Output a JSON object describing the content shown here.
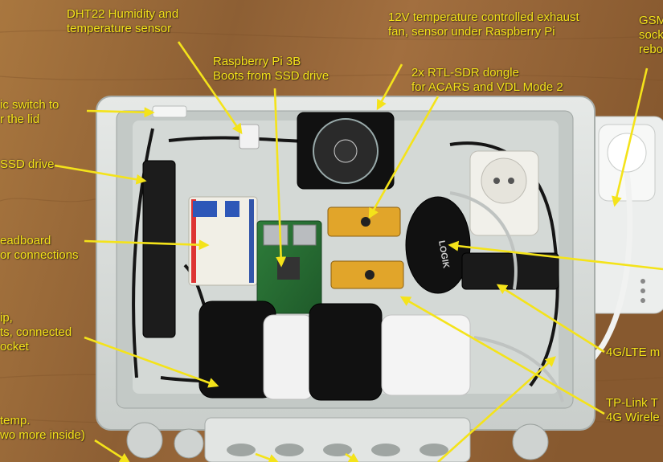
{
  "annotations": {
    "dht22": {
      "lines": [
        "DHT22 Humidity and",
        "temperature sensor"
      ]
    },
    "fan": {
      "lines": [
        "12V temperature controlled exhaust",
        "fan, sensor under Raspberry Pi"
      ]
    },
    "gsm": {
      "lines": [
        "GSM",
        "sock",
        "rebo"
      ]
    },
    "rpi": {
      "lines": [
        "Raspberry Pi 3B",
        "Boots from SSD drive"
      ]
    },
    "rtlsdr": {
      "lines": [
        "2x RTL-SDR dongle",
        "for ACARS and VDL Mode 2"
      ]
    },
    "switch": {
      "lines": [
        "ic switch to",
        "r the lid"
      ]
    },
    "ssd": {
      "lines": [
        "SSD drive"
      ]
    },
    "breadboard": {
      "lines": [
        "eadboard",
        "or connections"
      ]
    },
    "strip": {
      "lines": [
        "ip,",
        "ts, connected",
        "ocket"
      ]
    },
    "temp": {
      "lines": [
        "temp.",
        "wo more inside)"
      ]
    },
    "modem": {
      "lines": [
        "4G/LTE m"
      ]
    },
    "tplink": {
      "lines": [
        "TP-Link T",
        "4G Wirele"
      ]
    }
  },
  "device_texts": {
    "logik": "LOGIK"
  },
  "colors": {
    "annotation": "#f4e31a",
    "table_wood": "#9b6a3c",
    "enclosure": "#d9ddda"
  }
}
